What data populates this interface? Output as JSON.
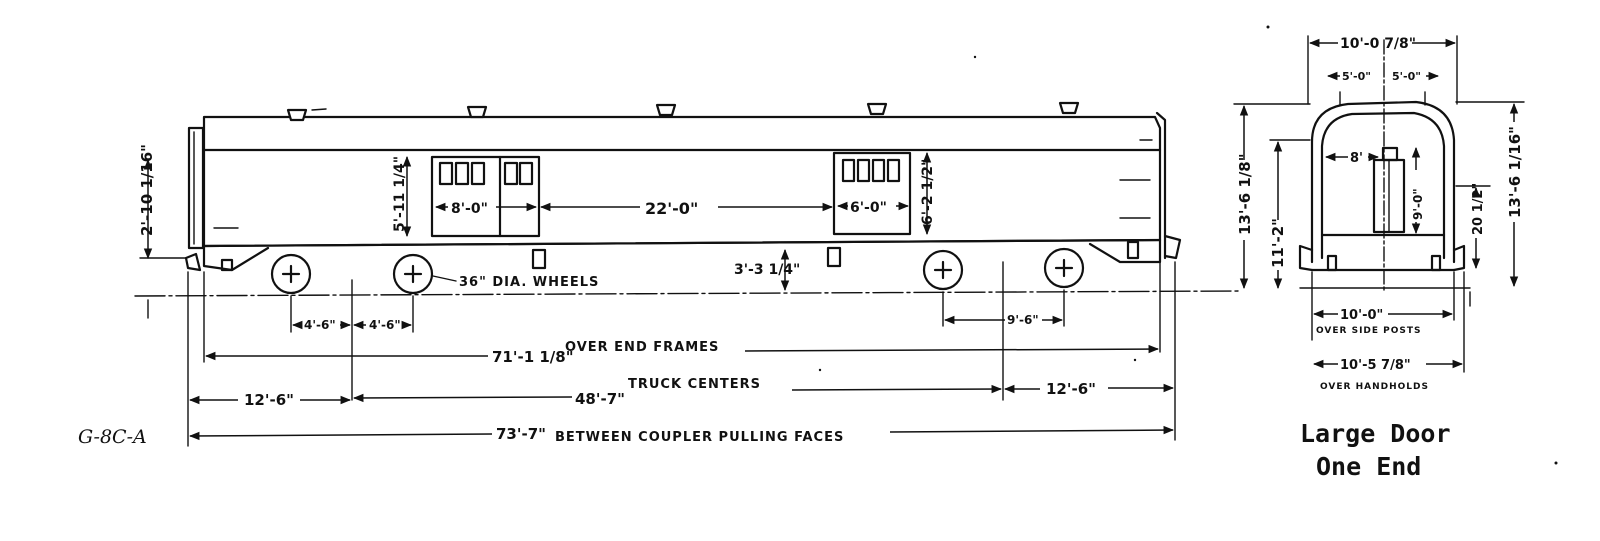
{
  "drawing_code": "G-8C-A",
  "caption": {
    "line1": "Large Door",
    "line2": "One End"
  },
  "side_view": {
    "door_large_width": "8'-0\"",
    "door_small_width": "6'-0\"",
    "door_spacing": "22'-0\"",
    "door_height_left": "5'-11 1/4\"",
    "door_height_right": "6'-2 1/2\"",
    "end_height": "2'-10 1/16\"",
    "floor_height": "3'-3 1/4\"",
    "wheel_note": "36\" DIA. WHEELS",
    "wheelbase_a": "4'-6\"",
    "wheelbase_b": "4'-6\"",
    "wheelbase_right": "9'-6\"",
    "over_end_frames_value": "71'-1 1/8\"",
    "over_end_frames_label": "OVER END FRAMES",
    "overhang_left": "12'-6\"",
    "truck_centers_value": "48'-7\"",
    "truck_centers_label": "TRUCK CENTERS",
    "overhang_right": "12'-6\"",
    "coupler_value": "73'-7\"",
    "coupler_label": "BETWEEN COUPLER PULLING FACES"
  },
  "end_view": {
    "overall_width": "10'-0 7/8\"",
    "half_width_left": "5'-0\"",
    "half_width_right": "5'-0\"",
    "door_width": "8'",
    "door_height": "9'-0\"",
    "height_overall_left": "13'-6 1/8\"",
    "height_to_eave": "11'-2\"",
    "side_height": "20 1/2\"",
    "height_overall_right": "13'-6 1/16\"",
    "over_side_posts_value": "10'-0\"",
    "over_side_posts_label": "OVER SIDE POSTS",
    "over_handholds_value": "10'-5 7/8\"",
    "over_handholds_label": "OVER HANDHOLDS"
  }
}
